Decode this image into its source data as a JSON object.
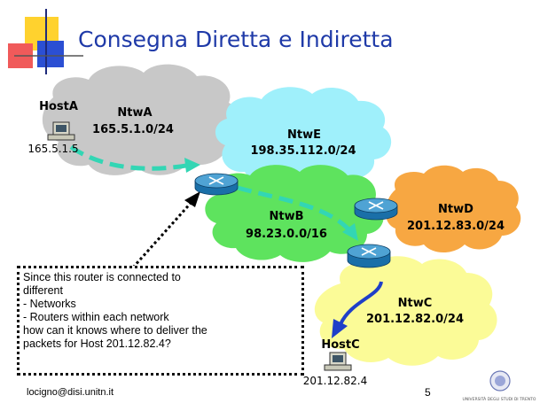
{
  "slide": {
    "title": "Consegna Diretta e Indiretta",
    "page_number": "5",
    "footer_email": "locigno@disi.unitn.it",
    "university": "UNIVERSITÀ DEGLI STUDI DI TRENTO"
  },
  "networks": {
    "ntwa": {
      "name": "NtwA",
      "prefix": "165.5.1.0/24",
      "color": "#c8c8c8"
    },
    "ntwe": {
      "name": "NtwE",
      "prefix": "198.35.112.0/24",
      "color": "#9ff0fb"
    },
    "ntwb": {
      "name": "NtwB",
      "prefix": "98.23.0.0/16",
      "color": "#5ee35e"
    },
    "ntwd": {
      "name": "NtwD",
      "prefix": "201.12.83.0/24",
      "color": "#f7a742"
    },
    "ntwc": {
      "name": "NtwC",
      "prefix": "201.12.82.0/24",
      "color": "#fbfb97"
    }
  },
  "hosts": {
    "hosta": {
      "name": "HostA",
      "ip": "165.5.1.5"
    },
    "hostc": {
      "name": "HostC",
      "ip": "201.12.82.4"
    }
  },
  "callout": {
    "lines": [
      "Since this router is connected to",
      "different",
      "- Networks",
      "- Routers within each network",
      "how can it knows where to deliver the",
      "packets for Host 201.12.82.4?"
    ]
  },
  "colors": {
    "title": "#1f3aa8",
    "path_dashed": "#33d6b4",
    "path_solid": "#1f3fc8",
    "router": "#1a6fa8"
  }
}
